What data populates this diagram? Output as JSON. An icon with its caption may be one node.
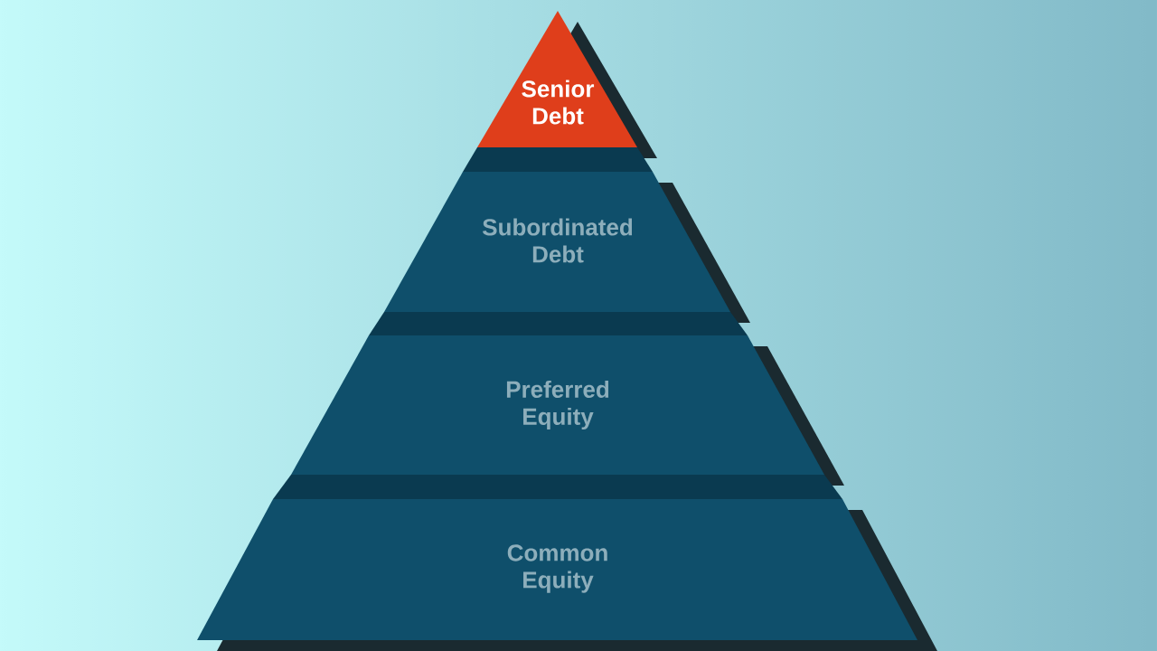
{
  "diagram": {
    "nodes": [
      {
        "text": [
          "Senior Debt"
        ]
      },
      {
        "text": [
          "Subordinated Debt"
        ]
      },
      {
        "text": [
          "Preferred Equity"
        ]
      },
      {
        "text": [
          "Common Equity"
        ]
      }
    ]
  }
}
